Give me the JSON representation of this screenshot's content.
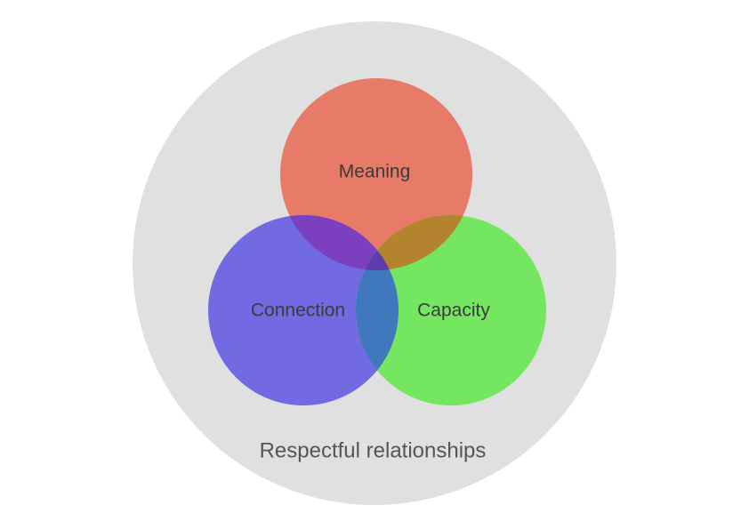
{
  "diagram": {
    "background_color": "#ffffff",
    "outer": {
      "label": "Respectful relationships",
      "color": "#e0e0e0",
      "label_color": "#555555"
    },
    "circles": [
      {
        "id": "meaning",
        "label": "Meaning",
        "color": "#e87a68"
      },
      {
        "id": "connection",
        "label": "Connection",
        "color": "#726ae2"
      },
      {
        "id": "capacity",
        "label": "Capacity",
        "color": "#74e660"
      }
    ],
    "overlaps": {
      "meaning_connection": "#7b3fc0",
      "meaning_capacity": "#b3832d",
      "connection_capacity": "#4078be",
      "center": "#5c3ea8"
    },
    "label_color": "#3b3b3b"
  }
}
